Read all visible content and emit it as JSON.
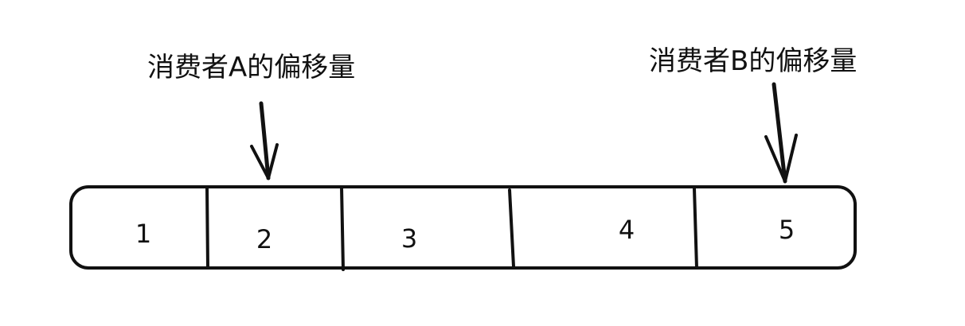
{
  "pointers": [
    {
      "label": "消费者A的偏移量",
      "target_cell": 2
    },
    {
      "label": "消费者B的偏移量",
      "target_cell": 5
    }
  ],
  "cells": [
    {
      "number": "1"
    },
    {
      "number": "2"
    },
    {
      "number": "3"
    },
    {
      "number": "4"
    },
    {
      "number": "5"
    }
  ],
  "colors": {
    "ink": "#111111",
    "background": "#ffffff"
  }
}
